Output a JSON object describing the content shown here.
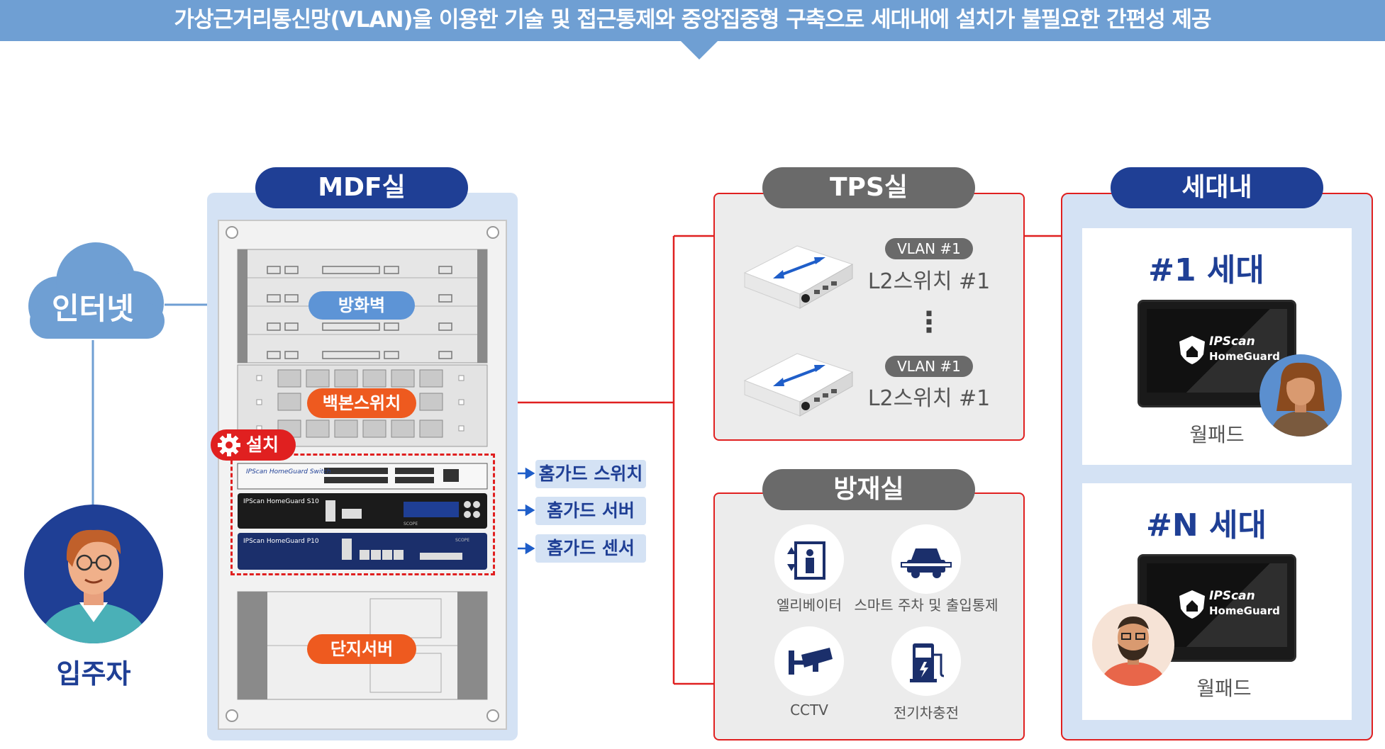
{
  "banner": {
    "text": "가상근거리통신망(VLAN)을 이용한 기술 및 접근통제와 중앙집중형 구축으로 세대내에 설치가 불필요한 간편성 제공"
  },
  "internet": {
    "label": "인터넷"
  },
  "resident": {
    "label": "입주자"
  },
  "mdf": {
    "title": "MDF실",
    "firewall_label": "방화벽",
    "backbone_label": "백본스위치",
    "install_label": "설치",
    "complex_server_label": "단지서버",
    "switch_brand": "IPScan HomeGuard Switch",
    "server_brand": "IPScan HomeGuard S10",
    "sensor_brand": "IPScan HomeGuard P10",
    "scope_label": "SCOPE",
    "callouts": [
      "홈가드 스위치",
      "홈가드 서버",
      "홈가드 센서"
    ]
  },
  "tps": {
    "title": "TPS실",
    "switches": [
      {
        "vlan": "VLAN #1",
        "name": "L2스위치 #1"
      },
      {
        "vlan": "VLAN #1",
        "name": "L2스위치 #1"
      }
    ],
    "ellipsis": "⋮"
  },
  "disaster": {
    "title": "방재실",
    "items": [
      {
        "label": "엘리베이터",
        "icon": "elevator-icon"
      },
      {
        "label": "스마트 주차 및 출입통제",
        "icon": "parking-gate-icon"
      },
      {
        "label": "CCTV",
        "icon": "cctv-icon"
      },
      {
        "label": "전기차충전",
        "icon": "ev-charger-icon"
      }
    ]
  },
  "household": {
    "title": "세대내",
    "units": [
      {
        "title": "#1 세대",
        "device": "월패드",
        "brand_top": "IPScan",
        "brand_bottom": "HomeGuard"
      },
      {
        "title": "#N 세대",
        "device": "월패드",
        "brand_top": "IPScan",
        "brand_bottom": "HomeGuard"
      }
    ]
  },
  "colors": {
    "navy": "#1f3f95",
    "orange": "#ee5a1f",
    "red": "#e02020",
    "banner": "#6f9fd3",
    "panel_blue": "#d4e2f4",
    "panel_grey": "#ececec"
  }
}
